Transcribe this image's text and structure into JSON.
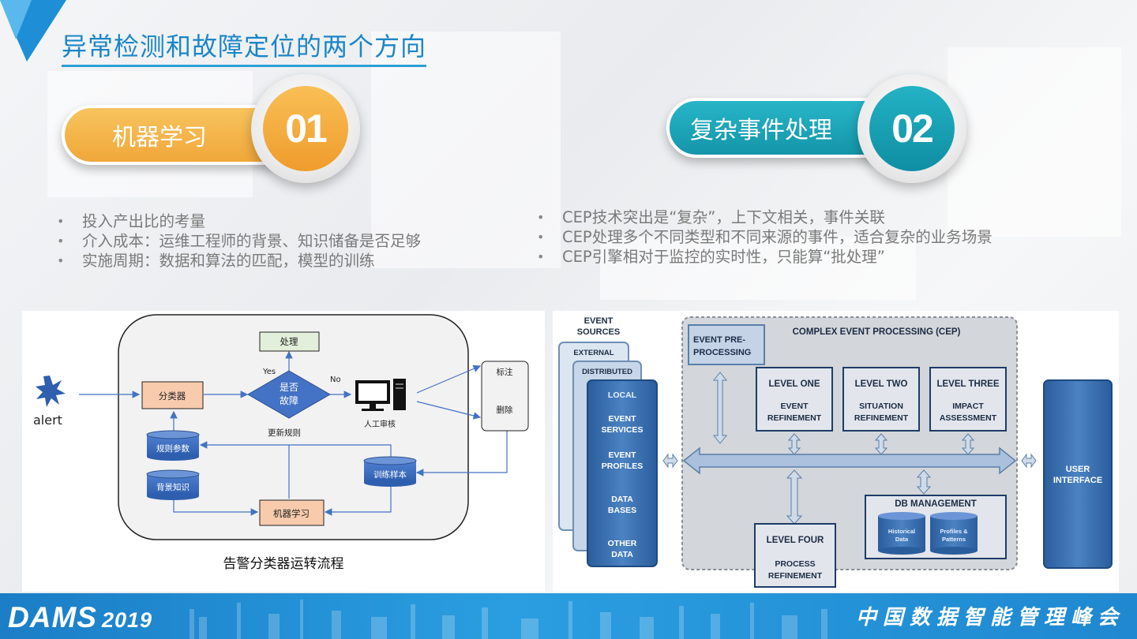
{
  "slide": {
    "title": "异常检测和故障定位的两个方向"
  },
  "left_section": {
    "badge_label": "机器学习",
    "badge_number": "01",
    "bullets": [
      "投入产出比的考量",
      "介入成本：运维工程师的背景、知识储备是否足够",
      "实施周期：数据和算法的匹配，模型的训练"
    ]
  },
  "right_section": {
    "badge_label": "复杂事件处理",
    "badge_number": "02",
    "bullets": [
      "CEP技术突出是“复杂”，上下文相关，事件关联",
      "CEP处理多个不同类型和不同来源的事件，适合复杂的业务场景",
      "CEP引擎相对于监控的实时性，只能算“批处理”"
    ]
  },
  "flowchart": {
    "alert": "alert",
    "classifier": "分类器",
    "handle": "处理",
    "decision_line1": "是否",
    "decision_line2": "故障",
    "yes": "Yes",
    "no": "No",
    "manual_review": "人工审核",
    "tag": "标注",
    "delete": "删除",
    "update_rules": "更新规则",
    "rule_params": "规则参数",
    "background_knowledge": "背景知识",
    "training_samples": "训练样本",
    "machine_learning": "机器学习",
    "caption": "告警分类器运转流程"
  },
  "cep_diagram": {
    "event_sources": [
      "EVENT",
      "SOURCES"
    ],
    "external": "EXTERNAL",
    "distributed": "DISTRIBUTED",
    "local": "LOCAL",
    "event_services": [
      "EVENT",
      "SERVICES"
    ],
    "event_profiles": [
      "EVENT",
      "PROFILES"
    ],
    "data_bases": [
      "DATA",
      "BASES"
    ],
    "other_data": [
      "OTHER",
      "DATA"
    ],
    "cep_title": "COMPLEX EVENT PROCESSING (CEP)",
    "preprocessing": [
      "EVENT PRE-",
      "PROCESSING"
    ],
    "level_one": [
      "LEVEL ONE",
      "EVENT",
      "REFINEMENT"
    ],
    "level_two": [
      "LEVEL TWO",
      "SITUATION",
      "REFINEMENT"
    ],
    "level_three": [
      "LEVEL THREE",
      "IMPACT",
      "ASSESSMENT"
    ],
    "level_four": [
      "LEVEL FOUR",
      "PROCESS",
      "REFINEMENT"
    ],
    "db_management": "DB MANAGEMENT",
    "historical_data": [
      "Historical",
      "Data"
    ],
    "profiles_patterns": [
      "Profiles &",
      "Patterns"
    ],
    "user_interface": [
      "USER",
      "INTERFACE"
    ]
  },
  "footer": {
    "brand": "DAMS",
    "year": "2019",
    "summit_name": "中国数据智能管理峰会"
  },
  "colors": {
    "title_blue": "#1b86c7",
    "orange": "#f0a73a",
    "teal": "#1495a9",
    "footer_blue": "#1f88d0",
    "cep_blue": "#2f66a6"
  }
}
